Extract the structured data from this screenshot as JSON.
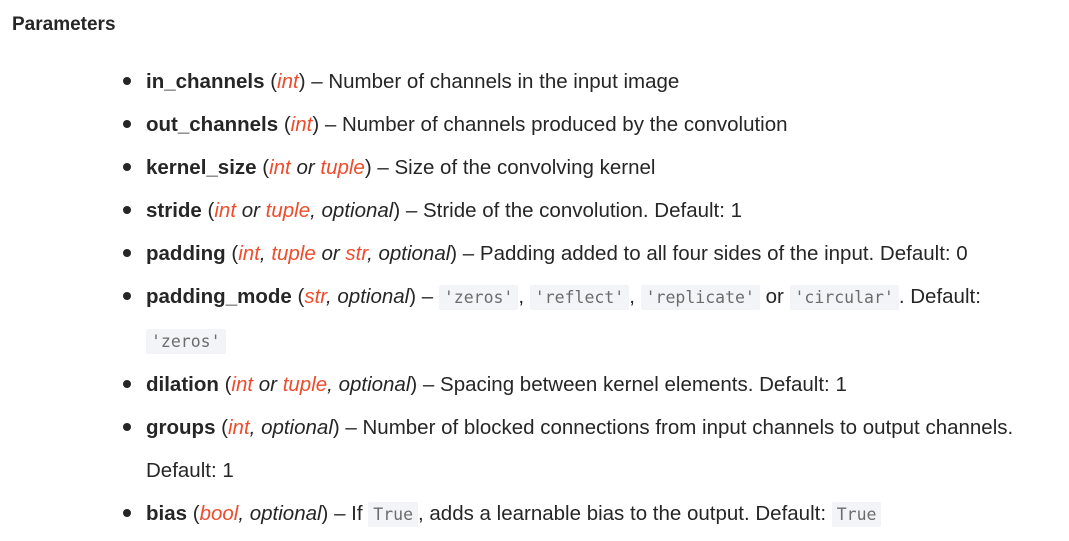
{
  "section": {
    "title": "Parameters"
  },
  "sep": {
    "comma": ", ",
    "dash": " – ",
    "or": " or "
  },
  "params": [
    {
      "name": "in_channels",
      "type": "int",
      "desc": "Number of channels in the input image"
    },
    {
      "name": "out_channels",
      "type": "int",
      "desc": "Number of channels produced by the convolution"
    },
    {
      "name": "kernel_size",
      "type_a": "int",
      "type_b": "tuple",
      "desc": "Size of the convolving kernel"
    },
    {
      "name": "stride",
      "type_a": "int",
      "type_b": "tuple",
      "optional": "optional",
      "desc": "Stride of the convolution. Default: 1"
    },
    {
      "name": "padding",
      "type_a": "int",
      "type_b": "tuple",
      "type_c": "str",
      "optional": "optional",
      "desc": "Padding added to all four sides of the input. Default: 0"
    },
    {
      "name": "padding_mode",
      "type": "str",
      "optional": "optional",
      "values": [
        "'zeros'",
        "'reflect'",
        "'replicate'",
        "'circular'"
      ],
      "default_label": ". Default: ",
      "default_value": "'zeros'"
    },
    {
      "name": "dilation",
      "type_a": "int",
      "type_b": "tuple",
      "optional": "optional",
      "desc": "Spacing between kernel elements. Default: 1"
    },
    {
      "name": "groups",
      "type": "int",
      "optional": "optional",
      "desc": "Number of blocked connections from input channels to output channels. Default: 1"
    },
    {
      "name": "bias",
      "type": "bool",
      "optional": "optional",
      "desc_a": "If ",
      "code_a": "True",
      "desc_b": ", adds a learnable bias to the output. Default: ",
      "code_b": "True"
    }
  ]
}
